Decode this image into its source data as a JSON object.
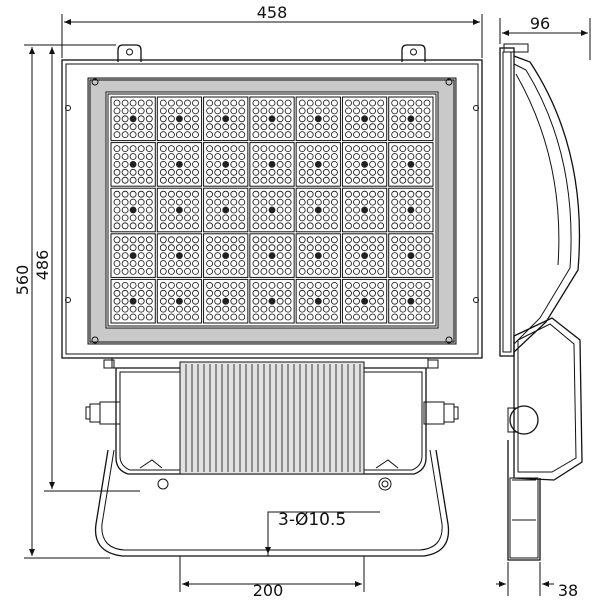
{
  "dimensions": {
    "width_total": "458",
    "depth_total": "96",
    "height_total": "560",
    "height_panel": "486",
    "bracket_depth": "38",
    "bracket_spacing": "200",
    "holes": "3-Ø10.5"
  },
  "led_grid": {
    "columns": 7,
    "rows": 5
  }
}
